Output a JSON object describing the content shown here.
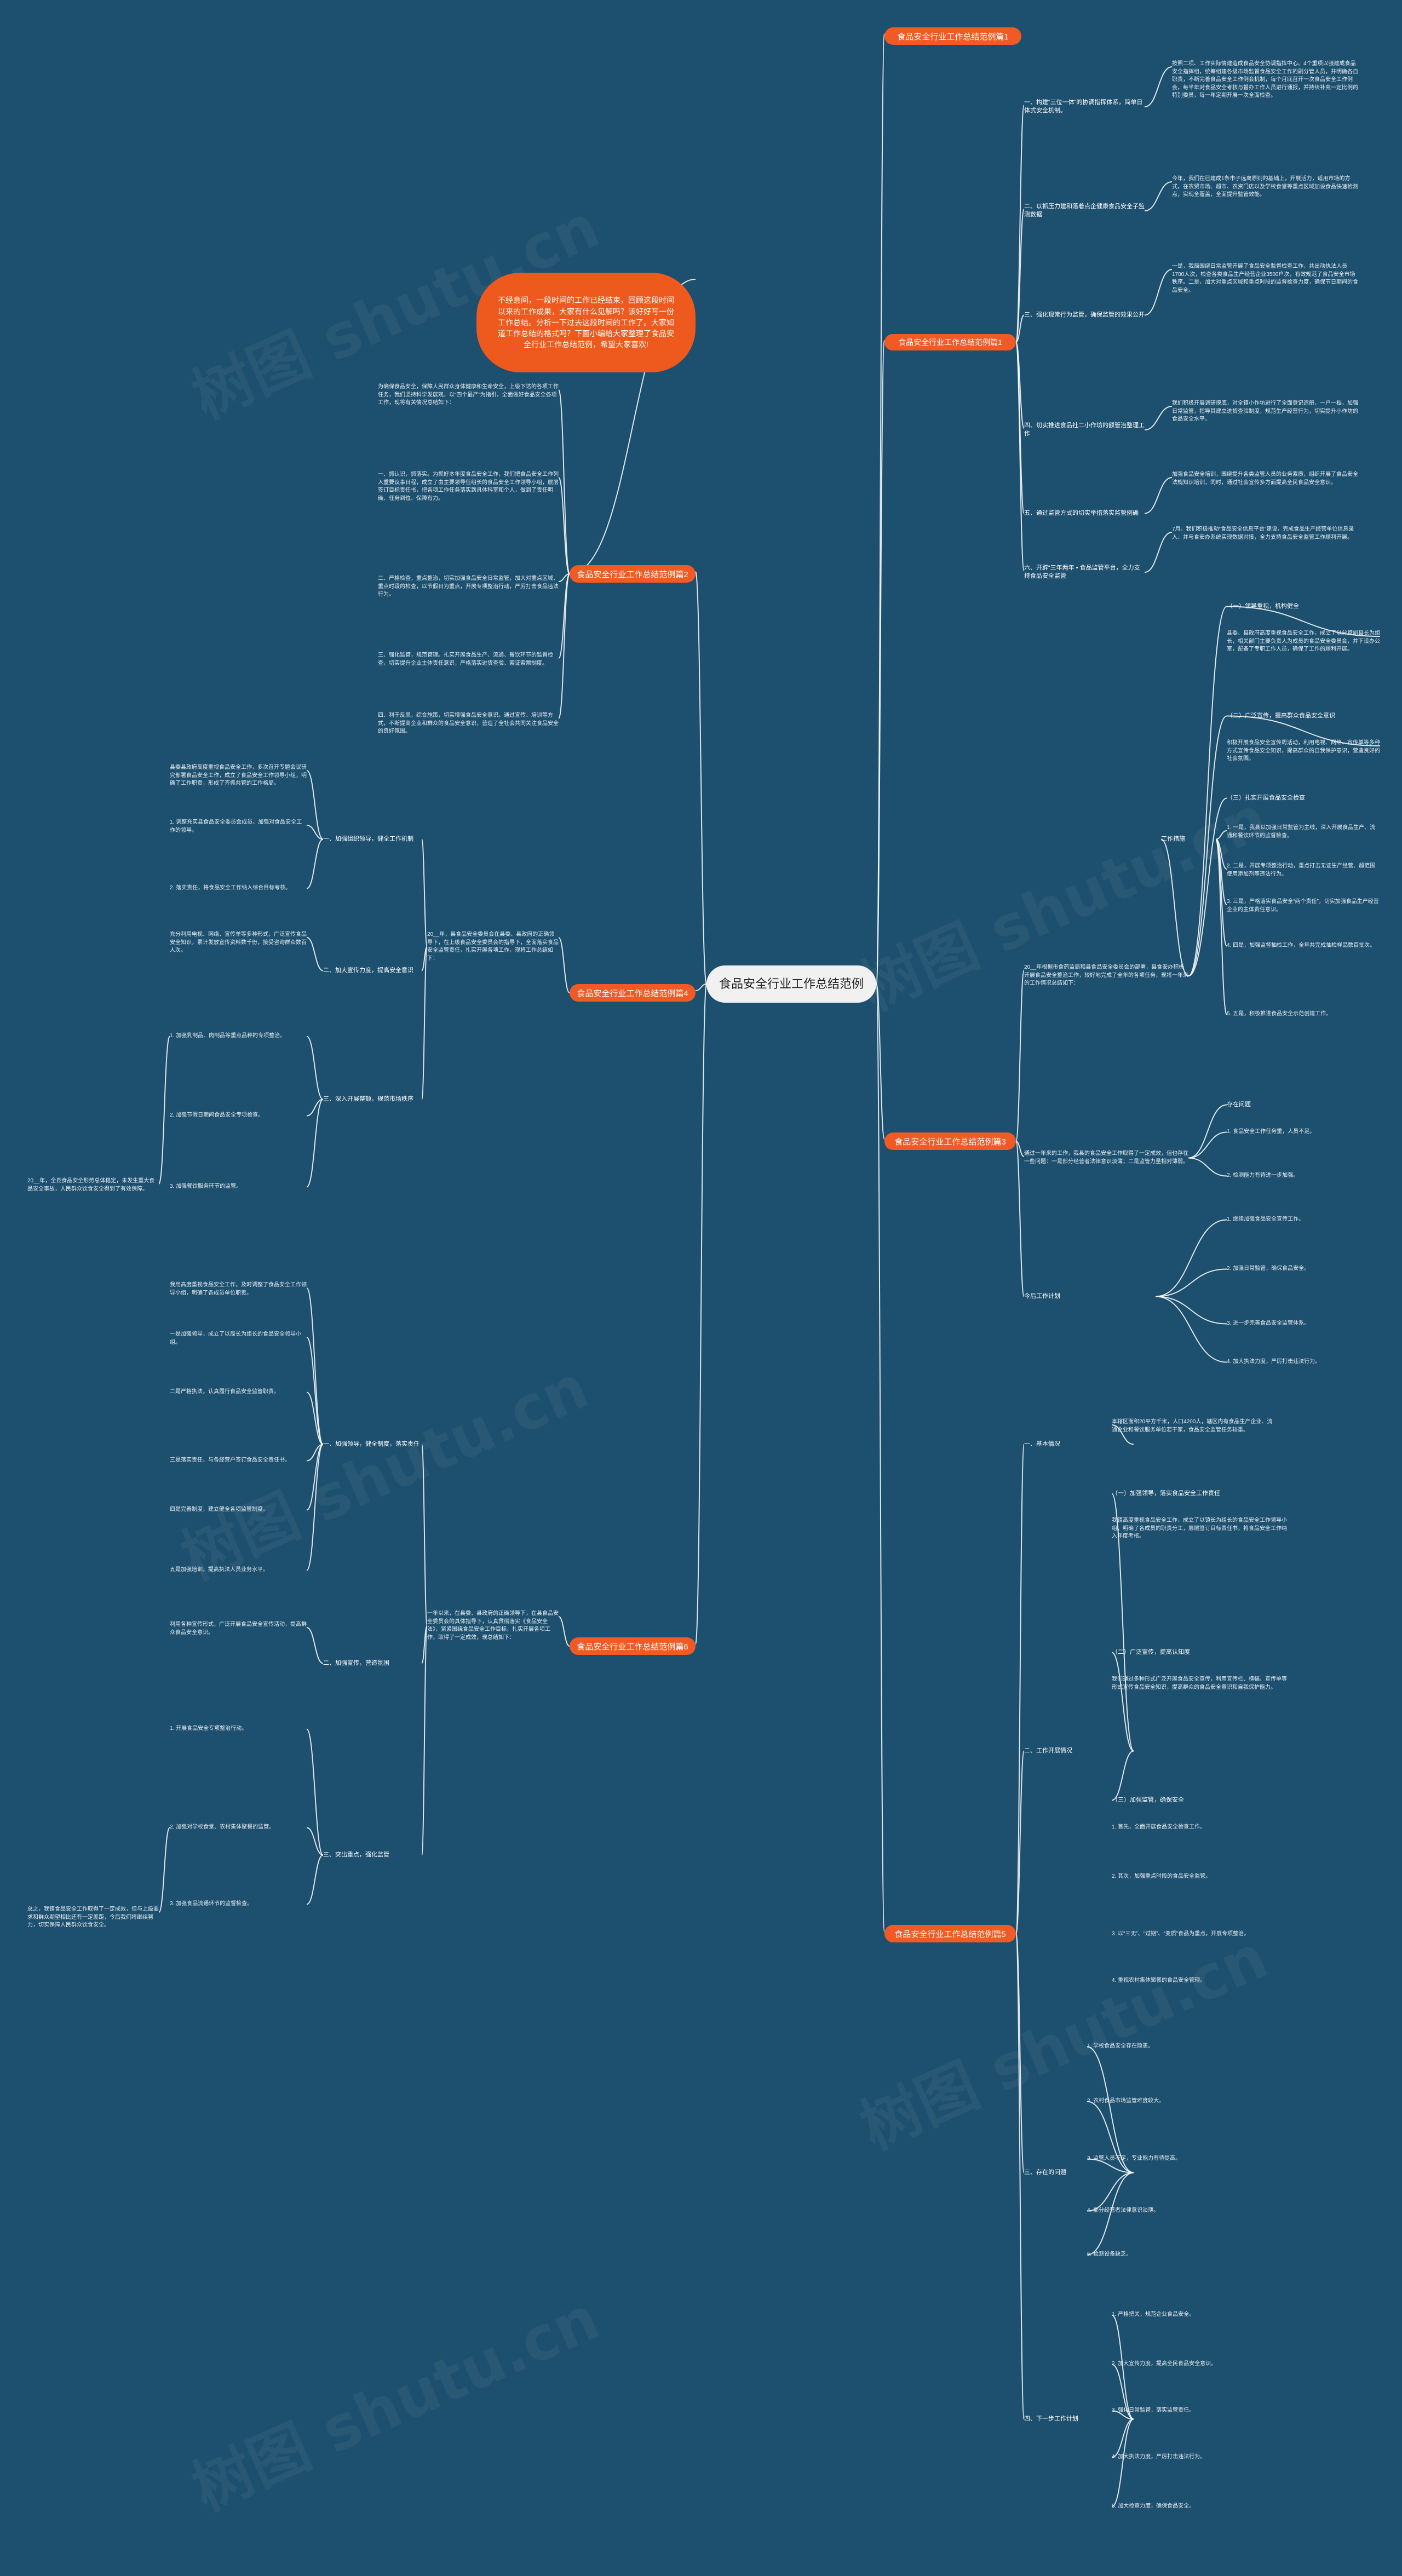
{
  "root": {
    "text": "食品安全行业工作总结范例"
  },
  "intro": "不经意间，一段时间的工作已经结束，回顾这段时间以来的工作成果，大家有什么见解吗？该好好写一份工作总结。分析一下过去这段时间的工作了。大家知道工作总结的格式吗？下面小编给大家整理了食品安全行业工作总结范例，希望大家喜欢!",
  "watermark": "树图 shutu.cn",
  "branches": {
    "b1": "食品安全行业工作总结范例篇1",
    "b2": "食品安全行业工作总结范例篇2",
    "b3": "食品安全行业工作总结范例篇3",
    "b4": "食品安全行业工作总结范例篇4",
    "b5": "食品安全行业工作总结范例篇5",
    "b6": "食品安全行业工作总结范例篇6"
  },
  "p1": {
    "t1": "一、构建“三位一体”的协调指挥体系，简单日体式安全机制。",
    "t2": "二、以抓压力建和落着点企健康食品安全子监测数据",
    "t3": "三、强化现常行为监管，确保监管的效果公开",
    "t4": "四、切实推进食品社二小作坊的额管治整理工作",
    "t5": "五、通过监管方式的切实举措落实监管例确",
    "t6": "六、开辟“三年两年 • 食品监管平台，全力支持食品安全监管",
    "l1": "按照二项、工作实际情建造成食品安全协调指挥中心。4个重项以强建成食品安全指挥组，统筹组建各级市场监督食品安全工作的副分管人员，并明确各自职责，不断完善食品安全工作例会机制，每个月底召开一次食品安全工作例会，每半年对食品安全考核与督办工作人员进行通报，并持续补充一定比例的特别委员，每一年定期开展一次全面检查。",
    "l2": "今年，我们在已建成1条市子远离原则的基础上，开展活力，适用市场的方式，在农贸市场、超市、农资门店以及学校食堂等重点区域加设食品快速检测点，实现全覆盖，全面提升监管效能。",
    "l3": "一是，我局围绕日常监管开展了食品安全监督检查工作，共出动执法人员1700人次，检查各类食品生产经营企业3500户次，有效规范了食品安全市场秩序。二是，加大对重点区域和重点时段的监督检查力度，确保节日期间的食品安全。",
    "l4": "我们积极开展调研摸底，对全镇小作坊进行了全面登记造册，一户一档，加强日常监管，指导其建立进货查验制度，规范生产经营行为，切实提升小作坊的食品安全水平。",
    "l5": "加强食品安全培训，围绕提升各类监管人员的业务素质，组织开展了食品安全法规知识培训，同时，通过社会宣传多方面提高全民食品安全意识。",
    "l6": "7月，我们积极推动“食品安全信息平台”建设，完成食品生产经营单位信息录入，并与食安办系统实现数据对接，全力支持食品安全监管工作顺利开展。"
  },
  "p2": {
    "intro": "为确保食品安全，保障人民群众身体健康和生命安全，上级下达的各项工作任务，我们坚持科学发展观，以“四个最严”为指引，全面做好食品安全各项工作，现将有关情况总结如下：",
    "l1": "一、抓认识，抓落实。为抓好本年度食品安全工作，我们把食品安全工作列入重要议事日程，成立了由主要领导任组长的食品安全工作领导小组，层层签订目标责任书，把各项工作任务落实到具体科室和个人，做到了责任明确、任务到位、保障有力。",
    "l2": "二、严格检查，重点整治，切实加强食品安全日常监管，加大对重点区域、重点时段的检查，以节假日为重点，开展专项整治行动，严厉打击食品违法行为。",
    "l3": "三、强化监管，规范管理。扎实开展食品生产、流通、餐饮环节的监督检查，切实提升企业主体责任意识，严格落实进货查验、索证索票制度。",
    "l4": "四、利于反思，综合施策，切实增强食品安全意识。通过宣传、培训等方式，不断提高企业和群众的食品安全意识，营造了全社会共同关注食品安全的良好氛围。"
  },
  "p3": {
    "intro": "20__年根据市食药监局和县食品安全委员会的部署，县食安办积极开展食品安全整治工作，较好地完成了全年的各项任务，现将一年来的工作情况总结如下：",
    "t1": "（一）领导重视，机构健全",
    "t1l": "县委、县政府高度重视食品安全工作，成立了以分管副县长为组长，相关部门主要负责人为成员的食品安全委员会，并下设办公室，配备了专职工作人员，确保了工作的顺利开展。",
    "t2": "（二）广泛宣传，提高群众食品安全意识",
    "t2l": "积极开展食品安全宣传周活动，利用电视、网络、宣传单等多种方式宣传食品安全知识，提高群众的自我保护意识，营造良好的社会氛围。",
    "t3": "（三）扎实开展食品安全检查",
    "work": "工作措施",
    "wl1": "1. 一是，我县以加强日常监管为主线，深入开展食品生产、流通和餐饮环节的监督检查。",
    "wl2": "2. 二是，开展专项整治行动，重点打击无证生产经营、超范围使用添加剂等违法行为。",
    "wl3": "3. 三是，严格落实食品安全“两个责任”，切实加强食品生产经营企业的主体责任意识。",
    "wl4": "4. 四是，加强监督抽检工作，全年共完成抽检样品数百批次。",
    "wl5": "5. 五是，积极推进食品安全示范创建工作。",
    "t4": "存在问题",
    "t4l1": "通过一年来的工作，我县的食品安全工作取得了一定成效，但也存在一些问题：一是部分经营者法律意识淡薄；二是监管力量相对薄弱。",
    "t4l2": "1. 食品安全工作任务重，人员不足。",
    "t4l3": "2. 检测能力有待进一步加强。",
    "t5": "今后工作计划",
    "t5l1": "1. 继续加强食品安全宣传工作。",
    "t5l2": "2. 加强日常监管，确保食品安全。",
    "t5l3": "3. 进一步完善食品安全监管体系。",
    "t5l4": "4. 加大执法力度，严厉打击违法行为。"
  },
  "p4": {
    "intro": "20__年，县食品安全委员会在县委、县政府的正确领导下，在上级食品安全委员会的指导下，全面落实食品安全监管责任，扎实开展各项工作，现将工作总结如下：",
    "t1": "一、加强组织领导，健全工作机制",
    "t2": "二、加大宣传力度，提高安全意识",
    "t3": "三、深入开展整顿，规范市场秩序",
    "l1": "县委县政府高度重视食品安全工作，多次召开专题会议研究部署食品安全工作，成立了食品安全工作领导小组，明确了工作职责，形成了齐抓共管的工作格局。",
    "l2": "1. 调整充实县食品安全委员会成员，加强对食品安全工作的领导。",
    "l3": "2. 落实责任，将食品安全工作纳入综合目标考核。",
    "l4": "充分利用电视、网络、宣传单等多种形式，广泛宣传食品安全知识，累计发放宣传资料数千份，接受咨询群众数百人次。",
    "l5": "1. 加强乳制品、肉制品等重点品种的专项整治。",
    "l6": "2. 加强节假日期间食品安全专项检查。",
    "l7": "3. 加强餐饮服务环节的监管。",
    "side": "20__年，全县食品安全形势总体稳定，未发生重大食品安全事故，人民群众饮食安全得到了有效保障。"
  },
  "p5": {
    "intro": "一年以来，在县委、县政府的正确领导下，在县食品安全委员会的具体指导下，认真贯彻落实《食品安全法》，紧紧围绕食品安全工作目标，扎实开展各项工作，取得了一定成效，现总结如下：",
    "t1": "一、加强领导，健全制度，落实责任",
    "t2": "二、加强宣传，营造氛围",
    "t3": "三、突出重点，强化监管",
    "l1": "我局高度重视食品安全工作，及时调整了食品安全工作领导小组，明确了各成员单位职责。",
    "l2": "一是加强领导，成立了以局长为组长的食品安全领导小组。",
    "l3": "二是严格执法，认真履行食品安全监管职责。",
    "l4": "三是落实责任，与各经营户签订食品安全责任书。",
    "l5": "四是完善制度，建立健全各项监管制度。",
    "l6": "五是加强培训，提高执法人员业务水平。",
    "l7": "利用各种宣传形式，广泛开展食品安全宣传活动，提高群众食品安全意识。",
    "l8": "1. 开展食品安全专项整治行动。",
    "l9": "2. 加强对学校食堂、农村集体聚餐的监管。",
    "l10": "3. 加强食品流通环节的监督检查。",
    "side": "总之，我镇食品安全工作取得了一定成效，但与上级要求和群众期望相比还有一定差距，今后我们将继续努力，切实保障人民群众饮食安全。"
  },
  "p6": {
    "t1": "一、基本情况",
    "t1l": "本辖区面积20平方千米，人口4200人，辖区内有食品生产企业、流通企业和餐饮服务单位若干家，食品安全监管任务较重。",
    "t2": "二、工作开展情况",
    "s1": "（一）加强领导，落实食品安全工作责任",
    "s1l": "我镇高度重视食品安全工作，成立了以镇长为组长的食品安全工作领导小组，明确了各成员的职责分工，层层签订目标责任书，将食品安全工作纳入年度考核。",
    "s2": "（二）广泛宣传，提高认知度",
    "s2l": "我们通过多种形式广泛开展食品安全宣传，利用宣传栏、横幅、宣传单等形式宣传食品安全知识，提高群众的食品安全意识和自我保护能力。",
    "s3": "（三）加强监管，确保安全",
    "s3l1": "1. 首先，全面开展食品安全检查工作。",
    "s3l2": "2. 其次，加强重点时段的食品安全监管。",
    "s3l3": "3. 以“三无”、“过期”、“变质”食品为重点，开展专项整治。",
    "s3l4": "4. 重视农村集体聚餐的食品安全管理。",
    "t3": "三、存在的问题",
    "t3l1": "1. 学校食品安全存在隐患。",
    "t3l2": "2. 农村食品市场监管难度较大。",
    "t3l3": "3. 监管人员不足，专业能力有待提高。",
    "t3l4": "4. 部分经营者法律意识淡薄。",
    "t3l5": "5. 检测设备缺乏。",
    "t4": "四、下一步工作计划",
    "t4l1": "1. 严格把关，规范企业食品安全。",
    "t4l2": "2. 加大宣传力度，提高全民食品安全意识。",
    "t4l3": "3. 强化日常监管，落实监管责任。",
    "t4l4": "4. 加大执法力度，严厉打击违法行为。",
    "t4l5": "5. 加大检查力度，确保食品安全。"
  }
}
